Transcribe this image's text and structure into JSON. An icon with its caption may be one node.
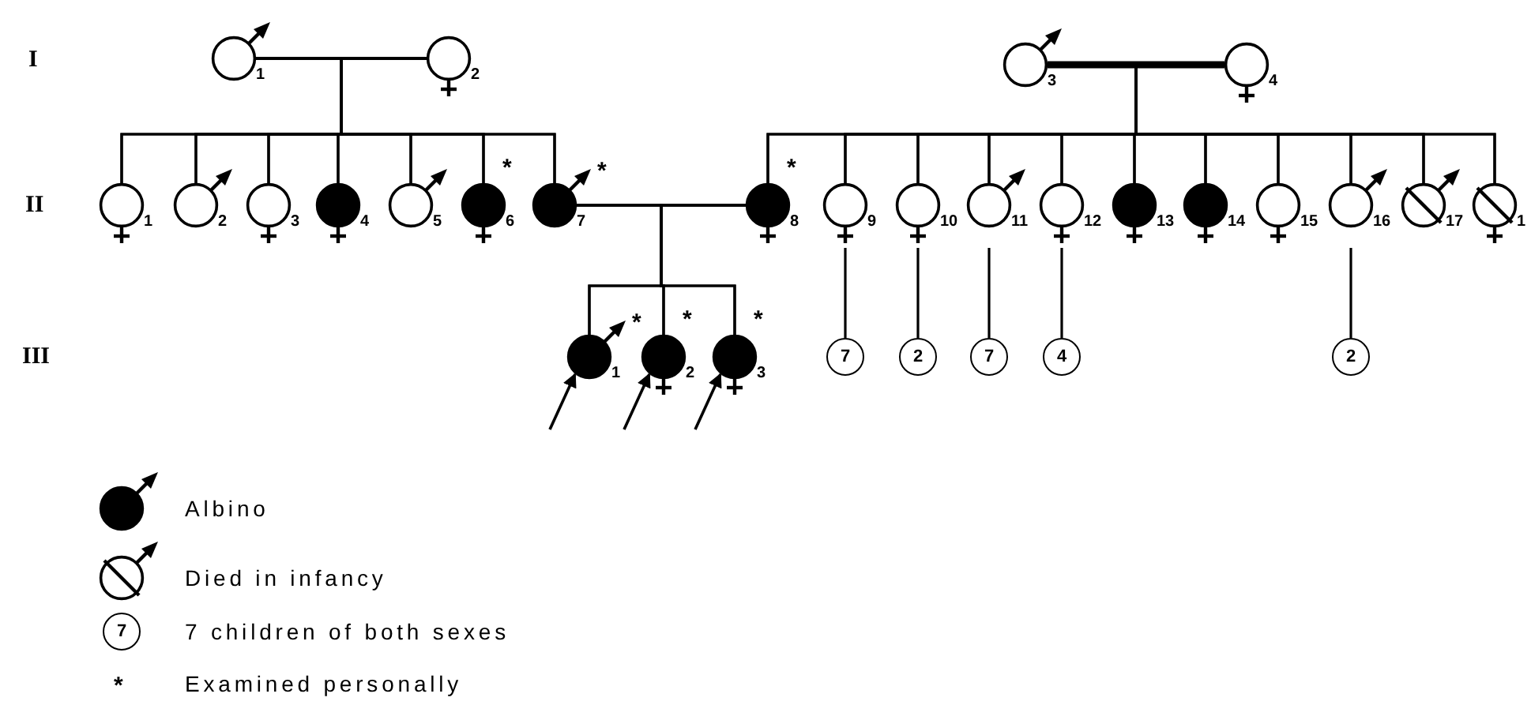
{
  "diagram": {
    "nodes": [
      {
        "text": [],
        "shape": "circle",
        "beside": [
          "1"
        ]
      },
      {
        "text": [],
        "shape": "circle",
        "beside": [
          "2"
        ]
      },
      {
        "text": [],
        "shape": "circle",
        "beside": [
          "3"
        ]
      },
      {
        "text": [],
        "shape": "circle",
        "beside": [
          "4"
        ]
      },
      {
        "text": [],
        "shape": "circle",
        "beside": [
          "1"
        ]
      },
      {
        "text": [],
        "shape": "circle",
        "beside": [
          "2"
        ]
      },
      {
        "text": [],
        "shape": "circle",
        "beside": [
          "3"
        ]
      },
      {
        "text": [],
        "shape": "circle",
        "beside": [
          "4"
        ]
      },
      {
        "text": [],
        "shape": "circle",
        "beside": [
          "5"
        ]
      },
      {
        "text": [],
        "shape": "circle",
        "beside": [
          "6",
          "*"
        ]
      },
      {
        "text": [],
        "shape": "circle",
        "beside": [
          "7",
          "*"
        ]
      },
      {
        "text": [],
        "shape": "circle",
        "beside": [
          "8",
          "*"
        ]
      },
      {
        "text": [],
        "shape": "circle",
        "beside": [
          "9"
        ]
      },
      {
        "text": [],
        "shape": "circle",
        "beside": [
          "10"
        ]
      },
      {
        "text": [],
        "shape": "circle",
        "beside": [
          "11"
        ]
      },
      {
        "text": [],
        "shape": "circle",
        "beside": [
          "12"
        ]
      },
      {
        "text": [],
        "shape": "circle",
        "beside": [
          "13"
        ]
      },
      {
        "text": [],
        "shape": "circle",
        "beside": [
          "14"
        ]
      },
      {
        "text": [],
        "shape": "circle",
        "beside": [
          "15"
        ]
      },
      {
        "text": [],
        "shape": "circle",
        "beside": [
          "16"
        ]
      },
      {
        "text": [],
        "shape": "circle",
        "beside": [
          "17"
        ]
      },
      {
        "text": [],
        "shape": "circle",
        "beside": [
          "1"
        ]
      },
      {
        "text": [],
        "shape": "circle",
        "beside": [
          "1",
          "*"
        ]
      },
      {
        "text": [],
        "shape": "circle",
        "beside": [
          "2",
          "*"
        ]
      },
      {
        "text": [],
        "shape": "circle",
        "beside": [
          "3",
          "*"
        ]
      },
      {
        "text": [
          "7"
        ]
      },
      {
        "text": [
          "2"
        ]
      },
      {
        "text": [
          "7"
        ]
      },
      {
        "text": [
          "4"
        ]
      },
      {
        "text": [
          "2"
        ]
      }
    ],
    "edges": [
      {
        "from": 0,
        "to": 1,
        "arrow": "none"
      },
      {
        "from": 2,
        "to": 3,
        "arrow": "none",
        "style": "thick"
      },
      {
        "from": 10,
        "to": 11,
        "arrow": "none"
      },
      {
        "from": 0,
        "to": 4,
        "arrow": "none"
      },
      {
        "from": 1,
        "to": 4,
        "arrow": "none"
      },
      {
        "from": 0,
        "to": 5,
        "arrow": "none"
      },
      {
        "from": 1,
        "to": 5,
        "arrow": "none"
      },
      {
        "from": 0,
        "to": 6,
        "arrow": "none"
      },
      {
        "from": 1,
        "to": 6,
        "arrow": "none"
      },
      {
        "from": 0,
        "to": 7,
        "arrow": "none"
      },
      {
        "from": 1,
        "to": 7,
        "arrow": "none"
      },
      {
        "from": 0,
        "to": 8,
        "arrow": "none"
      },
      {
        "from": 1,
        "to": 8,
        "arrow": "none"
      },
      {
        "from": 0,
        "to": 9,
        "arrow": "none"
      },
      {
        "from": 1,
        "to": 9,
        "arrow": "none"
      },
      {
        "from": 0,
        "to": 10,
        "arrow": "none"
      },
      {
        "from": 1,
        "to": 10,
        "arrow": "none"
      },
      {
        "from": 2,
        "to": 11,
        "arrow": "none"
      },
      {
        "from": 3,
        "to": 11,
        "arrow": "none"
      },
      {
        "from": 2,
        "to": 12,
        "arrow": "none"
      },
      {
        "from": 3,
        "to": 12,
        "arrow": "none"
      },
      {
        "from": 2,
        "to": 13,
        "arrow": "none"
      },
      {
        "from": 3,
        "to": 13,
        "arrow": "none"
      },
      {
        "from": 2,
        "to": 14,
        "arrow": "none"
      },
      {
        "from": 3,
        "to": 14,
        "arrow": "none"
      },
      {
        "from": 2,
        "to": 15,
        "arrow": "none"
      },
      {
        "from": 3,
        "to": 15,
        "arrow": "none"
      },
      {
        "from": 2,
        "to": 16,
        "arrow": "none"
      },
      {
        "from": 3,
        "to": 16,
        "arrow": "none"
      },
      {
        "from": 2,
        "to": 17,
        "arrow": "none"
      },
      {
        "from": 3,
        "to": 17,
        "arrow": "none"
      },
      {
        "from": 2,
        "to": 18,
        "arrow": "none"
      },
      {
        "from": 3,
        "to": 18,
        "arrow": "none"
      },
      {
        "from": 2,
        "to": 19,
        "arrow": "none"
      },
      {
        "from": 3,
        "to": 19,
        "arrow": "none"
      },
      {
        "from": 2,
        "to": 20,
        "arrow": "none"
      },
      {
        "from": 3,
        "to": 20,
        "arrow": "none"
      },
      {
        "from": 2,
        "to": 21,
        "arrow": "none"
      },
      {
        "from": 3,
        "to": 21,
        "arrow": "none"
      },
      {
        "from": 10,
        "to": 22,
        "arrow": "none"
      },
      {
        "from": 11,
        "to": 22,
        "arrow": "none"
      },
      {
        "from": 10,
        "to": 23,
        "arrow": "none"
      },
      {
        "from": 11,
        "to": 23,
        "arrow": "none"
      },
      {
        "from": 10,
        "to": 24,
        "arrow": "none"
      },
      {
        "from": 11,
        "to": 24,
        "arrow": "none"
      },
      {
        "from": 12,
        "to": 25,
        "arrow": "none"
      },
      {
        "from": 13,
        "to": 26,
        "arrow": "none"
      },
      {
        "from": 14,
        "to": 27,
        "arrow": "none"
      },
      {
        "from": 15,
        "to": 28,
        "arrow": "none"
      },
      {
        "from": 19,
        "to": 29,
        "arrow": "none"
      },
      {
        "from": null,
        "to": 22,
        "arrow": "to"
      },
      {
        "from": null,
        "to": 23,
        "arrow": "to"
      },
      {
        "from": null,
        "to": 24,
        "arrow": "to"
      }
    ],
    "labels": [
      "I",
      "II",
      "III",
      "7",
      "*"
    ],
    "legend": [
      {
        "text": "Albino"
      },
      {
        "text": "Died in infancy"
      },
      {
        "text": "7 children of both sexes"
      },
      {
        "text": "Examined personally"
      }
    ]
  }
}
